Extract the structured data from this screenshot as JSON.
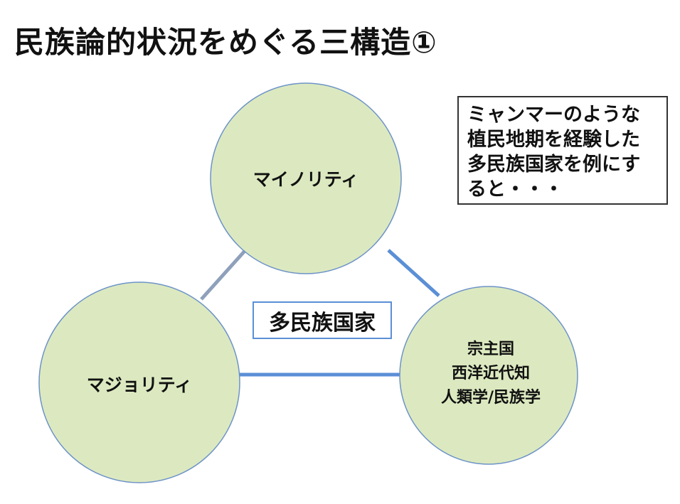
{
  "title": "民族論的状況をめぐる三構造①",
  "colors": {
    "circle_fill": "#dce9c0",
    "circle_stroke": "#6d93c8",
    "line_gray": "#8fa0bb",
    "line_blue": "#5b8fd6"
  },
  "nodes": {
    "top": {
      "label": "マイノリティ"
    },
    "left": {
      "label": "マジョリティ"
    },
    "right": {
      "lines": [
        "宗主国",
        "西洋近代知",
        "人類学/民族学"
      ]
    }
  },
  "center_label": "多民族国家",
  "note": {
    "lines": [
      "ミャンマーのような",
      "植民地期を経験した",
      "多民族国家を例にす",
      "ると・・・"
    ]
  }
}
